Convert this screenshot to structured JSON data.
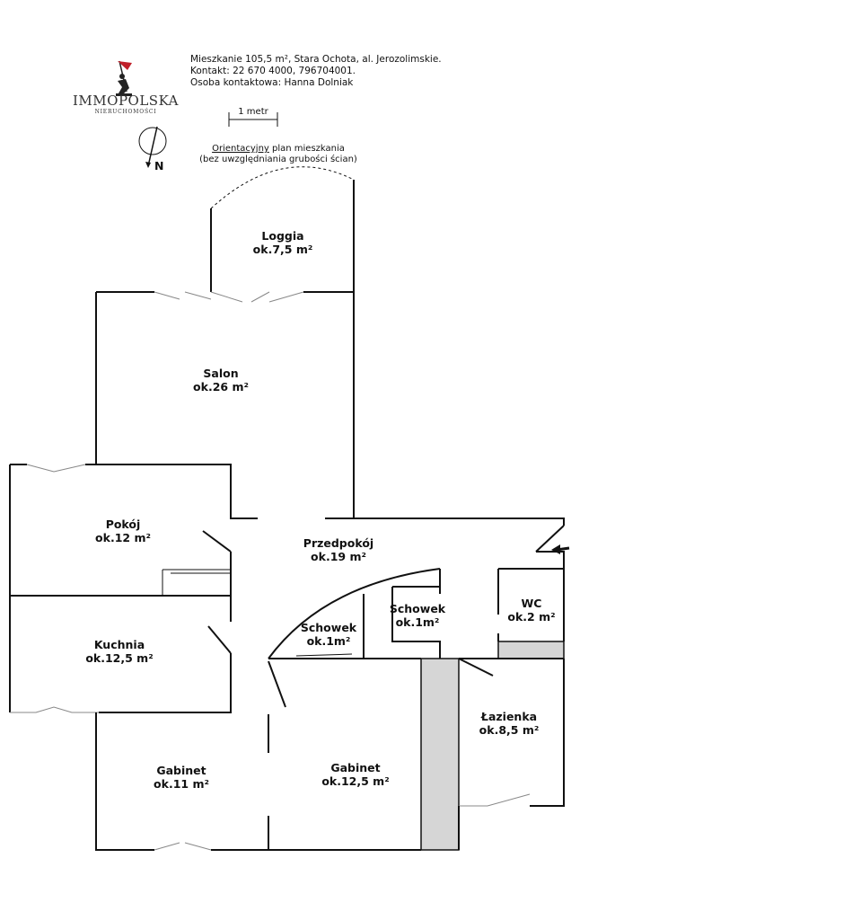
{
  "header": {
    "line1": "Mieszkanie 105,5 m², Stara Ochota, al. Jerozolimskie.",
    "line2": "Kontakt: 22 670 4000, 796704001.",
    "line3": "Osoba kontaktowa: Hanna Dolniak"
  },
  "logo": {
    "name": "IMMOPOLSKA",
    "sub": "NIERUCHOMOŚCI",
    "accent": "#c0202a"
  },
  "compass": {
    "label": "N"
  },
  "scale": {
    "label": "1 metr"
  },
  "caption": {
    "emph": "Orientacyjny",
    "rest": " plan mieszkania",
    "line2": "(bez uwzględniania grubości ścian)"
  },
  "rooms": [
    {
      "key": "loggia",
      "name": "Loggia",
      "area": "ok.7,5 m²"
    },
    {
      "key": "salon",
      "name": "Salon",
      "area": "ok.26 m²"
    },
    {
      "key": "pokoj",
      "name": "Pokój",
      "area": "ok.12 m²"
    },
    {
      "key": "przedpokoj",
      "name": "Przedpokój",
      "area": "ok.19 m²"
    },
    {
      "key": "kuchnia",
      "name": "Kuchnia",
      "area": "ok.12,5 m²"
    },
    {
      "key": "schowek1",
      "name": "Schowek",
      "area": "ok.1m²"
    },
    {
      "key": "schowek2",
      "name": "Schowek",
      "area": "ok.1m²"
    },
    {
      "key": "wc",
      "name": "WC",
      "area": "ok.2 m²"
    },
    {
      "key": "lazienka",
      "name": "Łazienka",
      "area": "ok.8,5 m²"
    },
    {
      "key": "gabinet1",
      "name": "Gabinet",
      "area": "ok.11 m²"
    },
    {
      "key": "gabinet2",
      "name": "Gabinet",
      "area": "ok.12,5 m²"
    }
  ],
  "colors": {
    "wall": "#111111",
    "shaft": "#d6d6d6",
    "window": "#888888"
  }
}
